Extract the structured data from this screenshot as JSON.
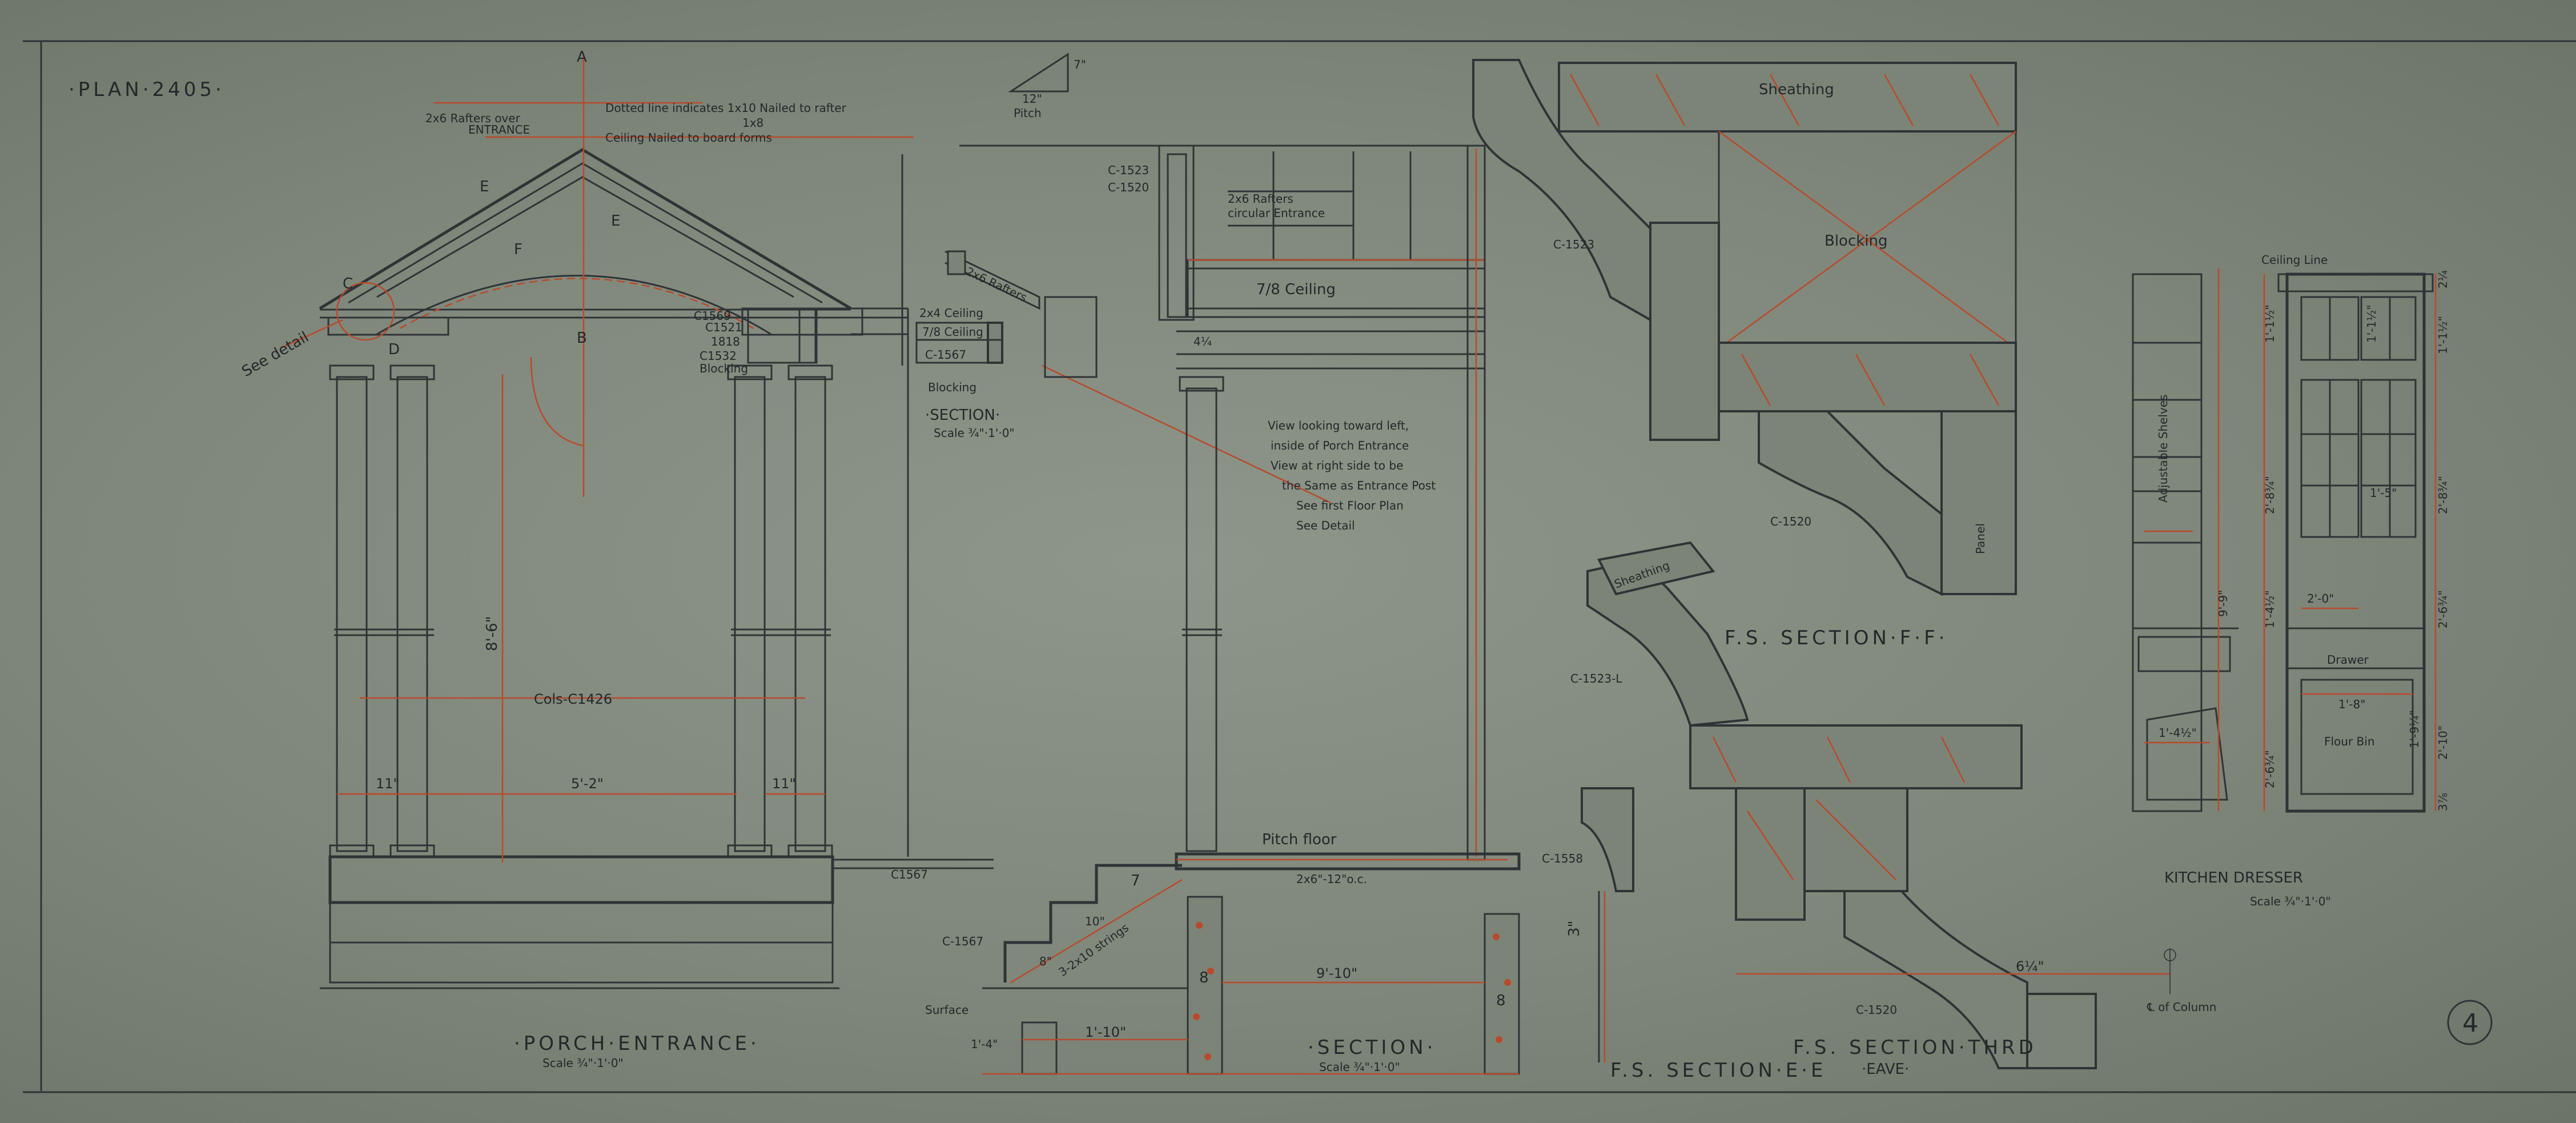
{
  "sheet": {
    "plan_number": "·PLAN·2405·",
    "sheet_number": "4"
  },
  "porch": {
    "title": "·PORCH·ENTRANCE·",
    "scale": "Scale ¾\"·1'·0\"",
    "note_rafters": "2x6 Rafters over",
    "note_entrance": "ENTRANCE",
    "note_dotted": "Dotted line indicates 1x10 Nailed to rafter",
    "note_ceiling": "Ceiling Nailed to board forms",
    "note_1x8": "1x8",
    "see_detail": "See detail",
    "cols": "Cols-C1426",
    "height": "8'-6\"",
    "span": "5'-2\"",
    "left_11": "11\"",
    "right_11": "11\"",
    "mark_a": "A",
    "mark_b": "B",
    "mark_e": "E",
    "mark_f": "F",
    "mark_c": "C",
    "mark_d": "D",
    "mark_g": "E",
    "c1567": "C1567",
    "c1521": "C1521",
    "c1818": "1818",
    "c1532": "C1532",
    "blocking": "Blocking",
    "c1569": "C1569"
  },
  "roof_slope": {
    "rise": "7\"",
    "run": "12\"",
    "label": "Pitch"
  },
  "small_section": {
    "title": "·SECTION·",
    "scale": "Scale ¾\"·1'·0\"",
    "rafters": "2x6 Rafters",
    "ceiling": "2x4 Ceiling",
    "ceiling2": "7/8 Ceiling",
    "c1567": "C-1567",
    "blocking": "Blocking"
  },
  "section": {
    "title": "·SECTION·",
    "scale": "Scale ¾\"·1'·0\"",
    "c1523": "C-1523",
    "c1520": "C-1520",
    "rafters": "2x6 Rafters",
    "circular": "circular Entrance",
    "ceiling": "7/8 Ceiling",
    "dim_4": "4¼",
    "view_note": [
      "View looking toward left,",
      "inside of Porch Entrance",
      "View at right side to be",
      "the Same as Entrance Post",
      "See first Floor Plan",
      "See Detail"
    ],
    "pitch_floor": "Pitch floor",
    "joists": "2x6\"-12\"o.c.",
    "strings": "3-2x10 strings",
    "rise": "7",
    "tread": "10\"",
    "step": "8\"",
    "c1567": "C-1567",
    "surface": "Surface",
    "dim_1_4": "1'-4\"",
    "dim_1_10": "1'-10\"",
    "dim_9_10": "9'-10\"",
    "dim_8a": "8",
    "dim_8b": "8"
  },
  "fs_section_ff": {
    "title": "F.S. SECTION·F·F·",
    "sheathing": "Sheathing",
    "blocking": "Blocking",
    "c1523": "C-1523",
    "c1520": "C-1520",
    "panel": "Panel"
  },
  "fs_section_third": {
    "title": "F.S. SECTION·THRD",
    "subtitle": "·EAVE·",
    "sheathing": "Sheathing",
    "c1523": "C-1523-L",
    "c1520": "C-1520",
    "dim": "6¼\""
  },
  "fs_section_ee": {
    "title": "F.S. SECTION·E·E",
    "c1558": "C-1558",
    "dim": "3\""
  },
  "centerline": {
    "label": "℄ of Column"
  },
  "dresser": {
    "title": "KITCHEN DRESSER",
    "scale": "Scale ¾\"·1'·0\"",
    "ceiling_line": "Ceiling Line",
    "adjustable": "Adjustable Shelves",
    "drawer": "Drawer",
    "flour_bin": "Flour Bin",
    "dims_right": [
      "2¼",
      "1'-1½\"",
      "2'-8¾\"",
      "2'-6¾\"",
      "2'-10\"",
      "3⅞"
    ],
    "dims_left": [
      "1'-1½\"",
      "2'-8¾\"",
      "1'-4½\"",
      "2'-6¾\""
    ],
    "overall": "9'-9\"",
    "inner_1": "1'-1½\"",
    "inner_2": "1'-5\"",
    "inner_3": "2'-0\"",
    "inner_4": "1'-8\"",
    "inner_5": "1'-9¼\"",
    "inner_6": "1'-4½\""
  }
}
